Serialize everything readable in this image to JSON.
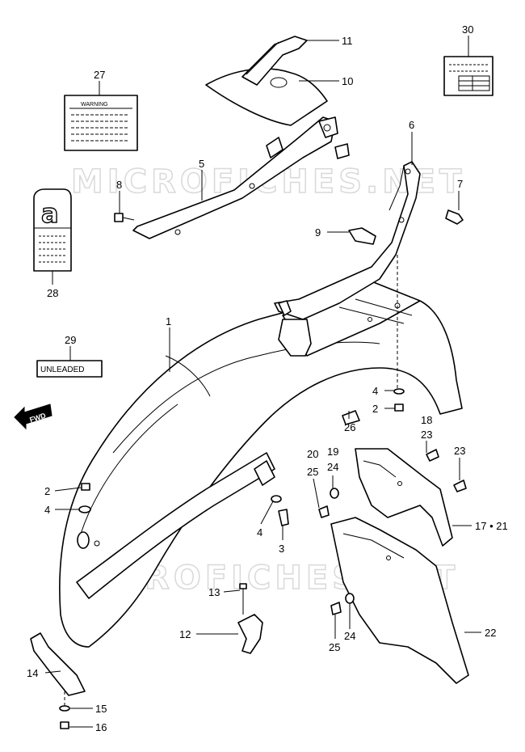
{
  "watermark": "MICROFICHES.NET",
  "labels": {
    "warning": "WARNING",
    "unleaded": "UNLEADED",
    "fwd": "FWD",
    "emblem_letter": "a"
  },
  "callouts": {
    "c1": "1",
    "c2a": "2",
    "c2b": "2",
    "c3": "3",
    "c4a": "4",
    "c4b": "4",
    "c4c": "4",
    "c5": "5",
    "c6": "6",
    "c7": "7",
    "c8": "8",
    "c9": "9",
    "c10": "10",
    "c11": "11",
    "c12": "12",
    "c13": "13",
    "c14": "14",
    "c15": "15",
    "c16": "16",
    "c17_21": "17 • 21",
    "c18": "18",
    "c19": "19",
    "c20": "20",
    "c22": "22",
    "c23a": "23",
    "c23b": "23",
    "c24a": "24",
    "c24b": "24",
    "c25a": "25",
    "c25b": "25",
    "c26": "26",
    "c27": "27",
    "c28": "28",
    "c29": "29",
    "c30": "30"
  }
}
